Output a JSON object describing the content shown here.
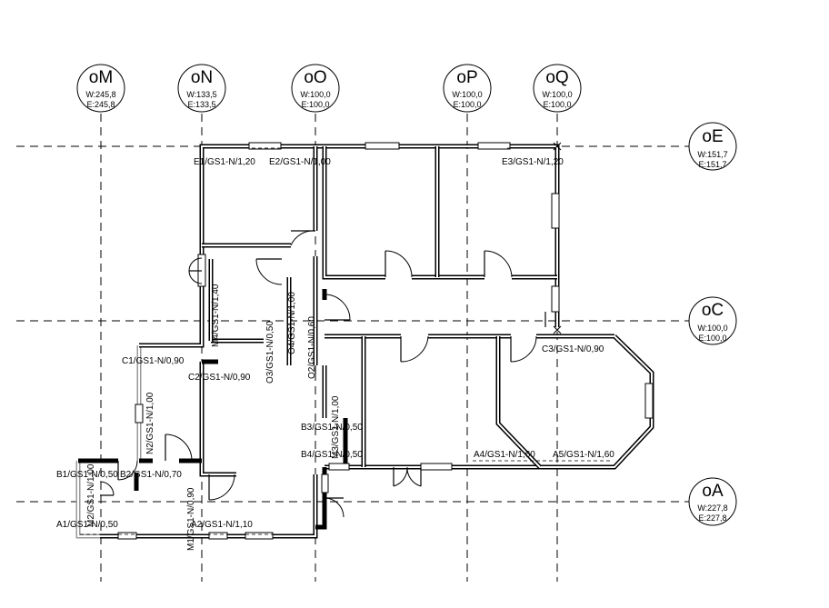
{
  "grid_columns": [
    {
      "id": "col-m",
      "letter": "oM",
      "w": "W:245,8",
      "e": "E:245,8"
    },
    {
      "id": "col-n",
      "letter": "oN",
      "w": "W:133,5",
      "e": "E:133,5"
    },
    {
      "id": "col-o",
      "letter": "oO",
      "w": "W:100,0",
      "e": "E:100,0"
    },
    {
      "id": "col-p",
      "letter": "oP",
      "w": "W:100,0",
      "e": "E:100,0"
    },
    {
      "id": "col-q",
      "letter": "oQ",
      "w": "W:100,0",
      "e": "E:100,0"
    }
  ],
  "grid_rows": [
    {
      "id": "row-e",
      "letter": "oE",
      "w": "W:151,7",
      "e": "E:151,7"
    },
    {
      "id": "row-c",
      "letter": "oC",
      "w": "W:100,0",
      "e": "E:100,0"
    },
    {
      "id": "row-a",
      "letter": "oA",
      "w": "W:227,8",
      "e": "E:227,8"
    }
  ],
  "opening_tags": {
    "e1": "E1/GS1-N/1,20",
    "e2": "E2/GS1-N/1,00",
    "e3": "E3/GS1-N/1,20",
    "c1": "C1/GS1-N/0,90",
    "c2": "C2/GS1-N/0,90",
    "c3": "C3/GS1-N/0,90",
    "b1": "B1/GS1-N/0,50",
    "b2": "B2/GS1-N/0,70",
    "b3": "B3/GS1-N/0,50",
    "b4": "B4/GS1-N/0,50",
    "a1": "A1/GS1-N/0,50",
    "a2": "A2/GS1-N/1,10",
    "a4": "A4/GS1-N/1,60",
    "a5": "A5/GS1-N/1,60",
    "m1": "M1/GS1-N/0,90",
    "m2": "M2/GS1-N/1,00",
    "m3": "M3/GS1-N/1,00",
    "m4": "M4/GS1-N/1,40",
    "n2": "N2/GS1-N/1,00",
    "o2": "O2/GS1-N/0,60",
    "o3": "O3/GS1-N/0,50",
    "o4": "O4/GS1-N/1,00"
  }
}
